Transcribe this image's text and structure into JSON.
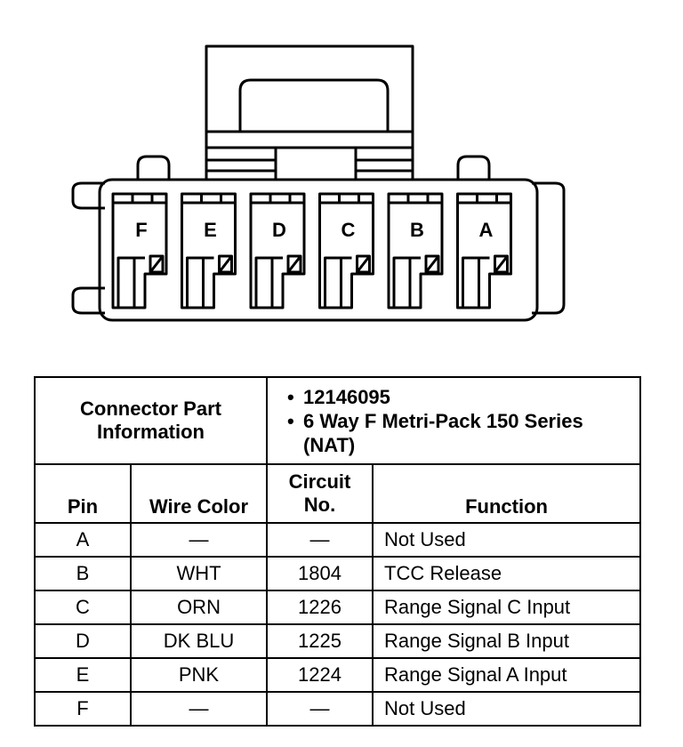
{
  "connector": {
    "pins": [
      "F",
      "E",
      "D",
      "C",
      "B",
      "A"
    ]
  },
  "table": {
    "part_label": "Connector Part Information",
    "part_info": [
      "12146095",
      "6 Way F Metri-Pack 150 Series (NAT)"
    ],
    "headers": {
      "pin": "Pin",
      "wire_color": "Wire Color",
      "circuit_no": "Circuit No.",
      "function": "Function"
    },
    "rows": [
      {
        "pin": "A",
        "wire_color": "—",
        "circuit": "—",
        "function": "Not Used"
      },
      {
        "pin": "B",
        "wire_color": "WHT",
        "circuit": "1804",
        "function": "TCC Release"
      },
      {
        "pin": "C",
        "wire_color": "ORN",
        "circuit": "1226",
        "function": "Range Signal C Input"
      },
      {
        "pin": "D",
        "wire_color": "DK BLU",
        "circuit": "1225",
        "function": "Range Signal B Input"
      },
      {
        "pin": "E",
        "wire_color": "PNK",
        "circuit": "1224",
        "function": "Range Signal A Input"
      },
      {
        "pin": "F",
        "wire_color": "—",
        "circuit": "—",
        "function": "Not Used"
      }
    ]
  }
}
